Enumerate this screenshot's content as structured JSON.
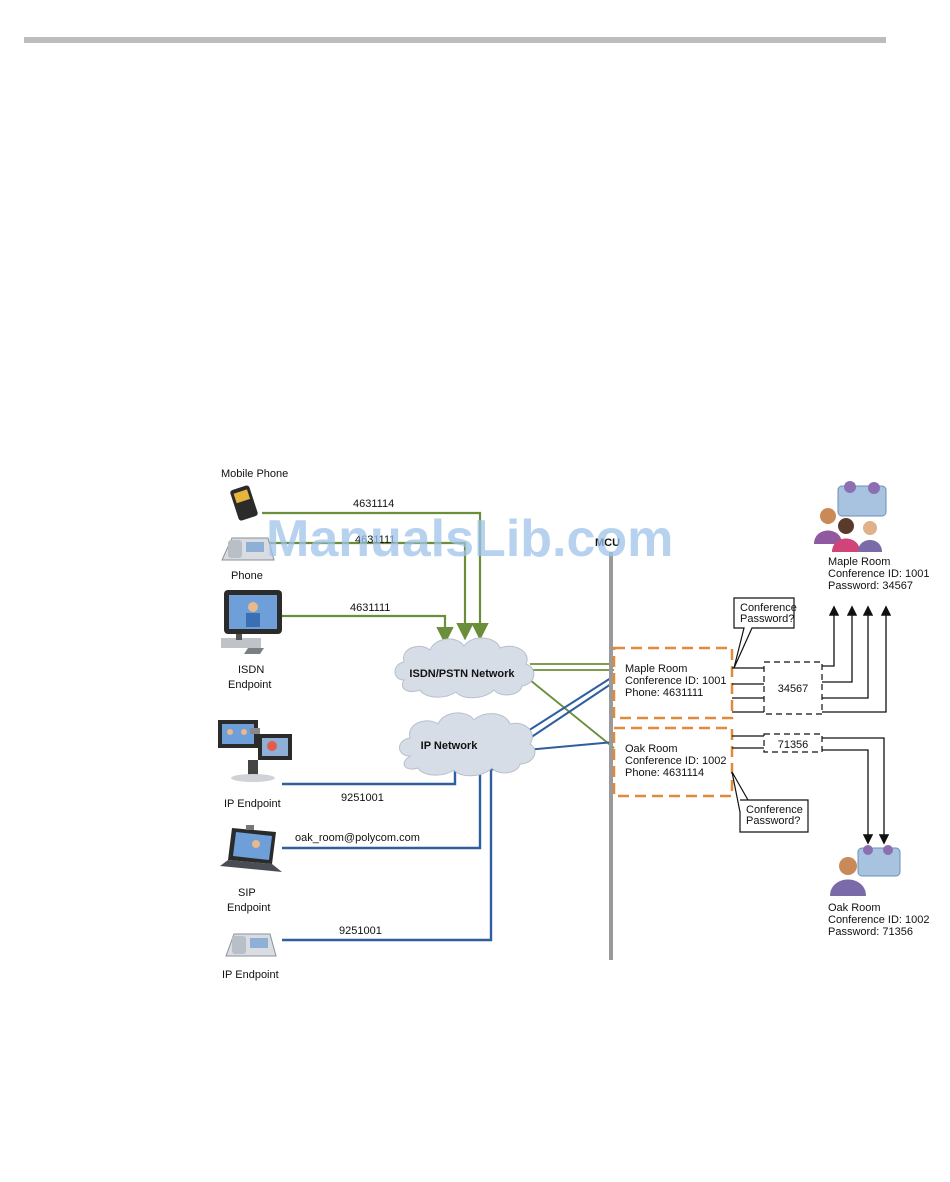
{
  "watermark": "ManualsLib.com",
  "colors": {
    "isdn_line": "#6b8e3a",
    "ip_line": "#2f5f9e",
    "conference_border": "#e08a3c",
    "mcu_bar": "#9a9a9a",
    "rule": "#bdbdbd"
  },
  "endpoints": {
    "mobile_phone": "Mobile Phone",
    "phone": "Phone",
    "isdn_endpoint_line1": "ISDN",
    "isdn_endpoint_line2": "Endpoint",
    "ip_endpoint_video": "IP Endpoint",
    "sip_endpoint_line1": "SIP",
    "sip_endpoint_line2": "Endpoint",
    "ip_endpoint_phone": "IP Endpoint"
  },
  "dial_strings": {
    "mobile": "4631114",
    "phone": "4631111",
    "isdn": "4631111",
    "ip_video": "9251001",
    "sip": "oak_room@polycom.com",
    "ip_phone": "9251001"
  },
  "networks": {
    "isdn": "ISDN/PSTN Network",
    "ip": "IP Network"
  },
  "mcu_label": "MCU",
  "conferences": {
    "maple": {
      "name": "Maple Room",
      "id_line": "Conference ID: 1001",
      "phone_line": "Phone: 4631111"
    },
    "oak": {
      "name": "Oak Room",
      "id_line": "Conference ID: 1002",
      "phone_line": "Phone: 4631114"
    }
  },
  "passwords": {
    "maple": "34567",
    "oak": "71356"
  },
  "prompts": {
    "maple_line1": "Conference",
    "maple_line2": "Password?",
    "oak_line1": "Conference",
    "oak_line2": "Password?"
  },
  "rooms": {
    "maple": {
      "name": "Maple Room",
      "id_line": "Conference ID: 1001",
      "password_line": "Password: 34567"
    },
    "oak": {
      "name": "Oak Room",
      "id_line": "Conference ID: 1002",
      "password_line": "Password: 71356"
    }
  }
}
